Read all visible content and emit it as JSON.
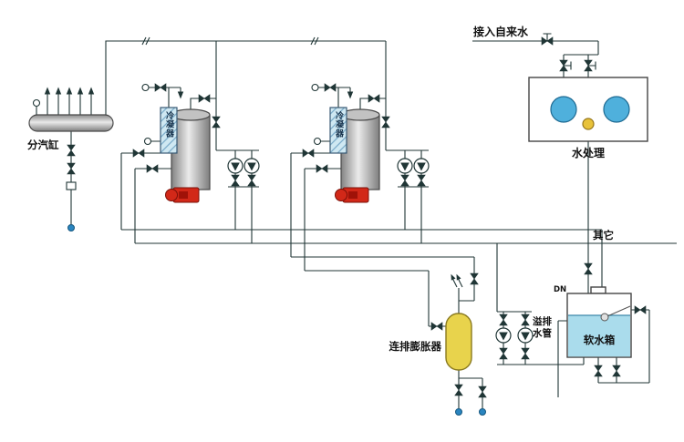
{
  "diagram": {
    "labels": {
      "tap_water": "接入自来水",
      "water_treatment": "水处理",
      "steam_header": "分汽缸",
      "condenser": "冷凝器",
      "other": "其它",
      "blowdown_expander": "连排膨胀器",
      "overflow_pipe": "溢排水管",
      "soft_water_tank": "软水箱",
      "pipe_dn": "DN"
    },
    "colors": {
      "pipe": "#203636",
      "burner_red": "#d22818",
      "burner_dark_red": "#a01208",
      "vessel_yellow": "#e8d34c",
      "water_blue": "#aadcec",
      "filter_blue": "#4fb0dc",
      "dosing_yellow": "#e8c23a",
      "endpoint_blue": "#2a85c0",
      "condenser_fill": "#cfe8f2",
      "boiler_gray": "#c2c2c2"
    }
  }
}
